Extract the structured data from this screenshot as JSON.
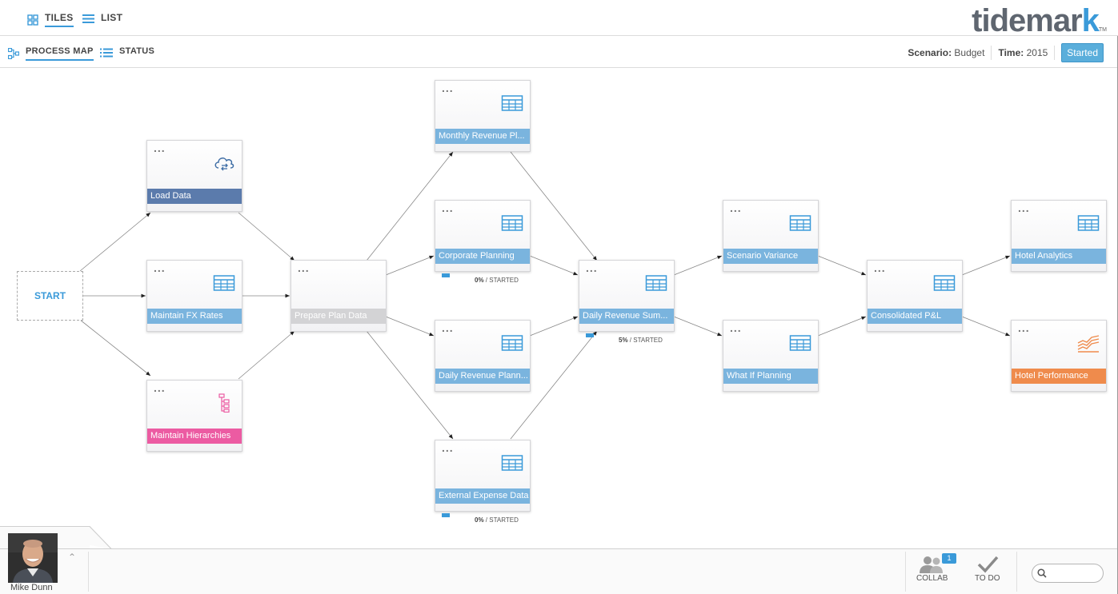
{
  "top_nav": {
    "tiles_label": "TILES",
    "list_label": "LIST",
    "logo_main": "tidemar",
    "logo_k": "k",
    "logo_tm": "TM"
  },
  "sub_nav": {
    "process_map_label": "PROCESS MAP",
    "status_label": "STATUS",
    "scenario_key": "Scenario:",
    "scenario_value": "Budget",
    "time_key": "Time:",
    "time_value": "2015",
    "state_badge": "Started"
  },
  "colors": {
    "accent": "#3a9ad9",
    "label_default": "#7ab4de",
    "label_load": "#5b7bac",
    "label_hier": "#ec5ba2",
    "label_perf": "#ef8b4c",
    "label_disabled": "#d3d3d5"
  },
  "process_map": {
    "start_label": "START",
    "tiles": [
      {
        "id": "load",
        "label": "Load Data",
        "icon": "cloud-sync-icon",
        "color": "#5b7bac"
      },
      {
        "id": "fx",
        "label": "Maintain FX Rates",
        "icon": "table-icon",
        "color": "#7ab4de"
      },
      {
        "id": "hier",
        "label": "Maintain Hierarchies",
        "icon": "hierarchy-icon",
        "color": "#ec5ba2"
      },
      {
        "id": "prep",
        "label": "Prepare Plan Data",
        "icon": "",
        "color": "#d3d3d5"
      },
      {
        "id": "monthly",
        "label": "Monthly Revenue Pl...",
        "icon": "table-icon",
        "color": "#7ab4de"
      },
      {
        "id": "corp",
        "label": "Corporate Planning",
        "icon": "table-icon",
        "color": "#7ab4de",
        "status_pct": "0%",
        "status_text": "/ STARTED"
      },
      {
        "id": "dailyplan",
        "label": "Daily Revenue Plann...",
        "icon": "table-icon",
        "color": "#7ab4de"
      },
      {
        "id": "ext",
        "label": "External Expense Data",
        "icon": "table-icon",
        "color": "#7ab4de",
        "status_pct": "0%",
        "status_text": "/ STARTED"
      },
      {
        "id": "dailysum",
        "label": "Daily Revenue Sum...",
        "icon": "table-icon",
        "color": "#7ab4de",
        "status_pct": "5%",
        "status_text": "/ STARTED"
      },
      {
        "id": "scenvar",
        "label": "Scenario Variance",
        "icon": "table-icon",
        "color": "#7ab4de"
      },
      {
        "id": "whatif",
        "label": "What If Planning",
        "icon": "table-icon",
        "color": "#7ab4de"
      },
      {
        "id": "conspl",
        "label": "Consolidated P&L",
        "icon": "table-icon",
        "color": "#7ab4de"
      },
      {
        "id": "hotelan",
        "label": "Hotel Analytics",
        "icon": "table-icon",
        "color": "#7ab4de"
      },
      {
        "id": "hotelperf",
        "label": "Hotel Performance",
        "icon": "line-chart-icon",
        "color": "#ef8b4c"
      }
    ]
  },
  "footer": {
    "user_name": "Mike Dunn",
    "collab_label": "COLLAB",
    "collab_count": "1",
    "todo_label": "TO DO",
    "search_placeholder": ""
  }
}
